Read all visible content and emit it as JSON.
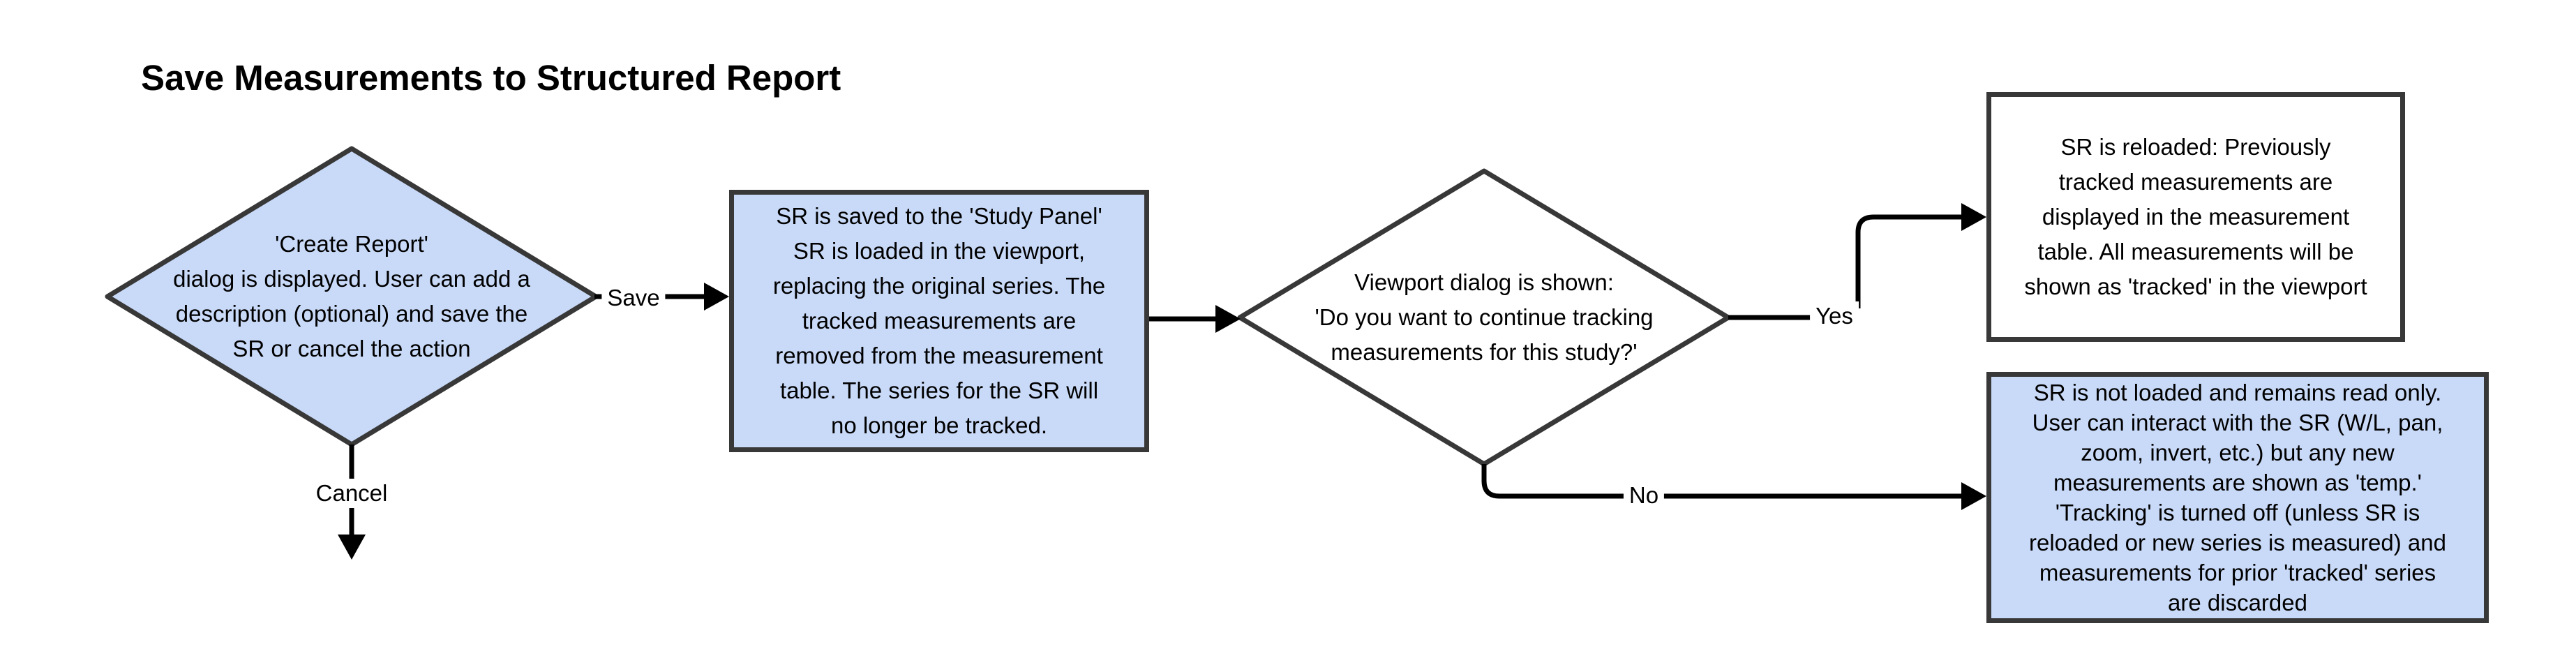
{
  "title": "Save Measurements to Structured Report",
  "colors": {
    "background": "#ffffff",
    "node_fill_blue": "#c9daf8",
    "node_fill_white": "#ffffff",
    "node_border": "#383838",
    "connector": "#000000",
    "text": "#000000"
  },
  "nodes": {
    "create_report": {
      "label": "'Create Report'\ndialog is displayed. User can add a\ndescription (optional) and save the\nSR or cancel the action"
    },
    "sr_saved": {
      "label": "SR is saved to the 'Study Panel'\nSR is loaded in the viewport,\nreplacing the original series. The\ntracked measurements are\nremoved from the measurement\ntable. The series for the SR will\nno longer be tracked."
    },
    "viewport_dialog": {
      "label": "Viewport dialog is shown:\n'Do you want to continue tracking\nmeasurements for this study?'"
    },
    "sr_reloaded": {
      "label": "SR is reloaded: Previously\ntracked measurements are\ndisplayed in the measurement\ntable. All measurements will be\nshown as 'tracked' in the viewport"
    },
    "sr_not_loaded": {
      "label": "SR is not loaded and remains read only.\nUser can interact with the SR (W/L, pan,\nzoom, invert, etc.) but any new\nmeasurements are shown as 'temp.'\n'Tracking' is turned off (unless SR is\nreloaded or new series is measured) and\nmeasurements for prior 'tracked' series\nare discarded"
    }
  },
  "edge_labels": {
    "save": "Save",
    "cancel": "Cancel",
    "yes": "Yes",
    "no": "No"
  }
}
